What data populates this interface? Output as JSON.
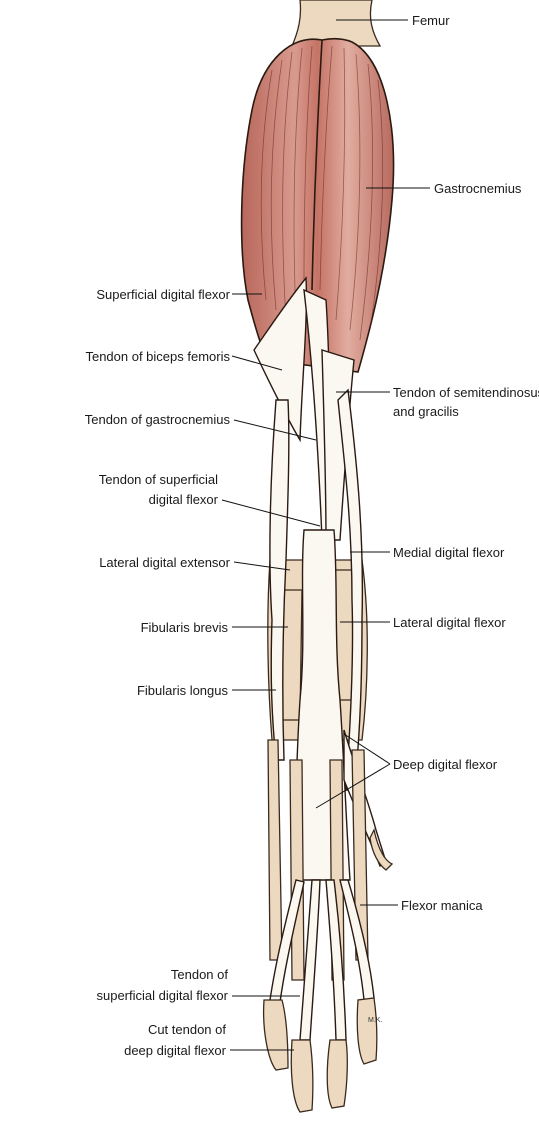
{
  "labels": {
    "femur": "Femur",
    "gastrocnemius": "Gastrocnemius",
    "superficial_digital_flexor": "Superficial digital flexor",
    "tendon_biceps_femoris": "Tendon of biceps femoris",
    "tendon_semitendinosus_line1": "Tendon of semitendinosus",
    "tendon_semitendinosus_line2": "and gracilis",
    "tendon_gastrocnemius": "Tendon of gastrocnemius",
    "tendon_sdf_line1": "Tendon of superficial",
    "tendon_sdf_line2": "digital flexor",
    "lateral_digital_extensor": "Lateral digital extensor",
    "medial_digital_flexor": "Medial digital flexor",
    "fibularis_brevis": "Fibularis brevis",
    "lateral_digital_flexor": "Lateral digital flexor",
    "fibularis_longus": "Fibularis longus",
    "deep_digital_flexor": "Deep digital flexor",
    "flexor_manica": "Flexor manica",
    "tendon_sdf2_line1": "Tendon of",
    "tendon_sdf2_line2": "superficial digital flexor",
    "cut_tendon_line1": "Cut tendon of",
    "cut_tendon_line2": "deep digital flexor"
  },
  "signature": "M.K.",
  "colors": {
    "muscle": "#c97a6e",
    "muscle_light": "#e9b9ad",
    "tendon": "#fbf8f2",
    "bone": "#ecd9bf"
  }
}
